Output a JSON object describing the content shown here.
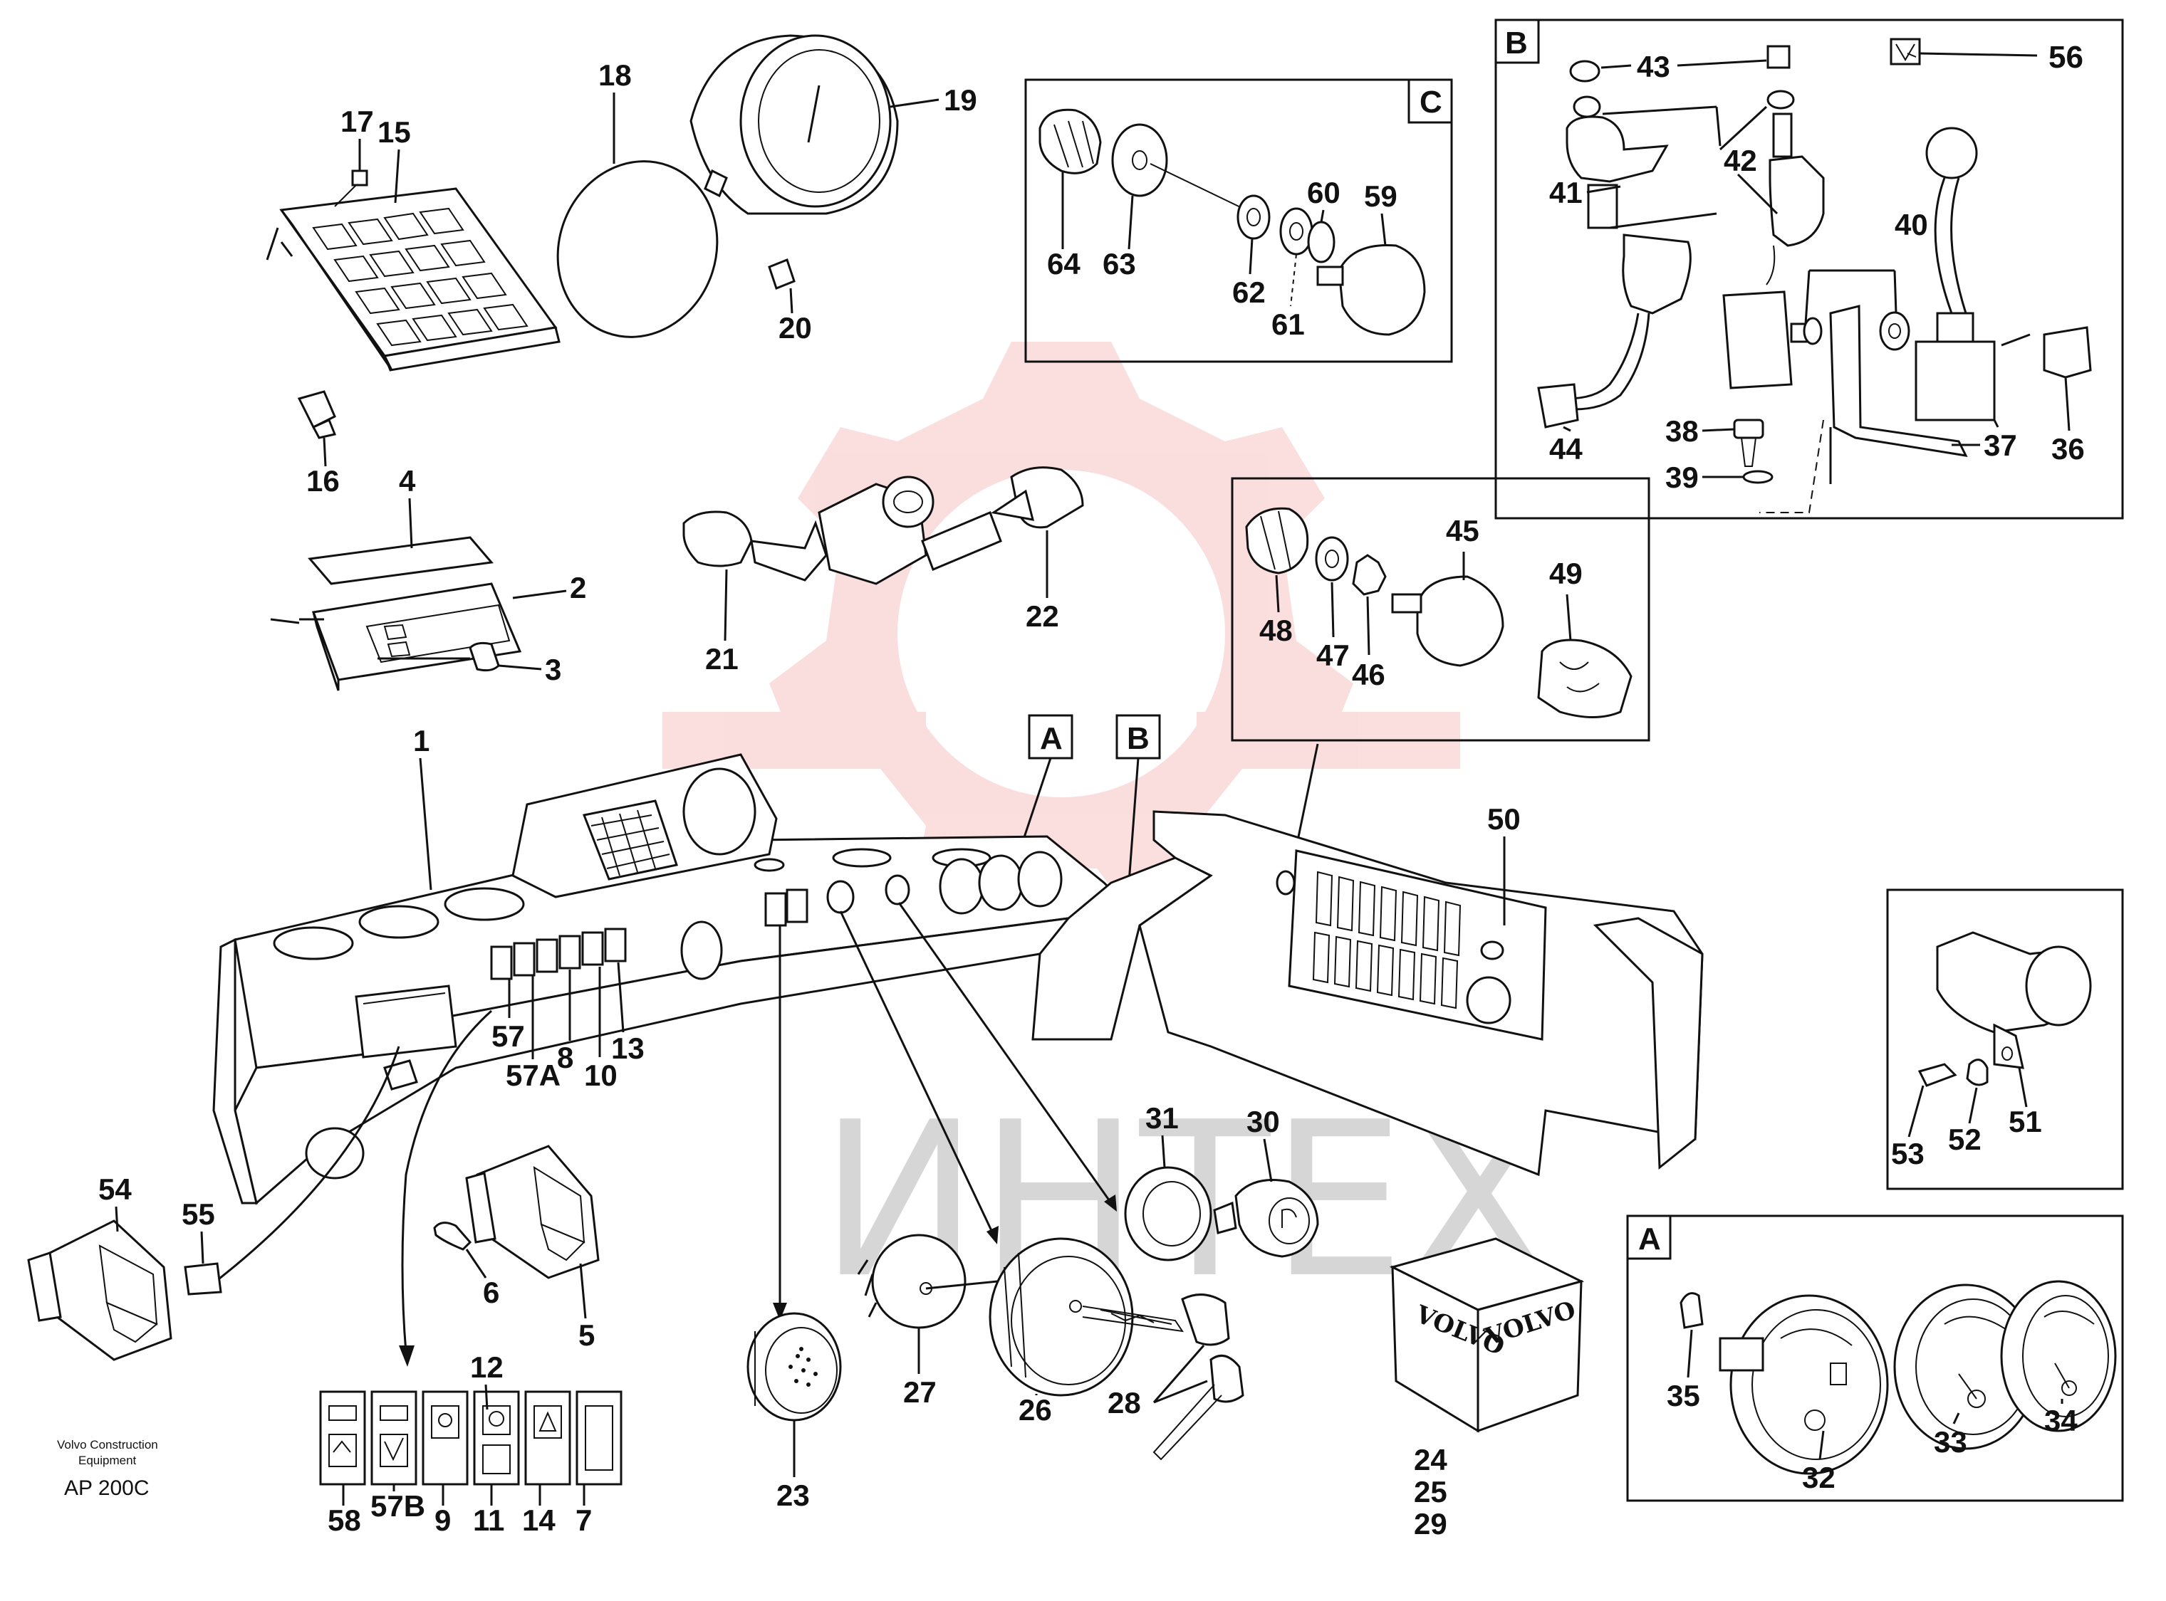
{
  "footer": {
    "company_line1": "Volvo Construction",
    "company_line2": "Equipment",
    "model": "AP 200C"
  },
  "watermark": {
    "text": "ИНТЕХ",
    "color": "#d6d6d6",
    "logo_color": "#f7c4c4"
  },
  "boxes": {
    "A": "A",
    "B": "B",
    "C": "C"
  },
  "callouts": {
    "A": "A",
    "B": "B"
  },
  "cube": {
    "brand": "VOLVO"
  },
  "parts": {
    "p1": "1",
    "p2": "2",
    "p3": "3",
    "p4": "4",
    "p5": "5",
    "p6": "6",
    "p7": "7",
    "p8": "8",
    "p9": "9",
    "p10": "10",
    "p11": "11",
    "p12": "12",
    "p13": "13",
    "p14": "14",
    "p15": "15",
    "p16": "16",
    "p17": "17",
    "p18": "18",
    "p19": "19",
    "p20": "20",
    "p21": "21",
    "p22": "22",
    "p23": "23",
    "p24": "24",
    "p25": "25",
    "p26": "26",
    "p27": "27",
    "p28": "28",
    "p29": "29",
    "p30": "30",
    "p31": "31",
    "p32": "32",
    "p33": "33",
    "p34": "34",
    "p35": "35",
    "p36": "36",
    "p37": "37",
    "p38": "38",
    "p39": "39",
    "p40": "40",
    "p41": "41",
    "p42": "42",
    "p43": "43",
    "p44": "44",
    "p45": "45",
    "p46": "46",
    "p47": "47",
    "p48": "48",
    "p49": "49",
    "p50": "50",
    "p51": "51",
    "p52": "52",
    "p53": "53",
    "p54": "54",
    "p55": "55",
    "p56": "56",
    "p57": "57",
    "p57a": "57A",
    "p57b": "57B",
    "p58": "58",
    "p59": "59",
    "p60": "60",
    "p61": "61",
    "p62": "62",
    "p63": "63",
    "p64": "64"
  }
}
